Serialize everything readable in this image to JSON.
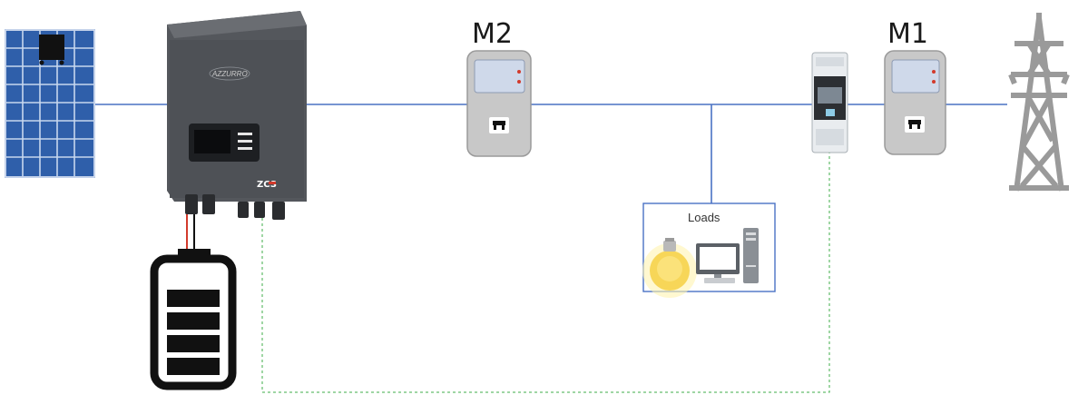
{
  "meters": [
    {
      "id": "m2",
      "label": "M2"
    },
    {
      "id": "m1",
      "label": "M1"
    }
  ],
  "loads": {
    "label": "Loads"
  },
  "inverter": {
    "brand_text": "AZZURRO",
    "logo_text": "ZCS"
  },
  "icons": {
    "solar_panel": "solar-panel-icon",
    "inverter": "inverter-icon",
    "battery": "battery-icon",
    "meter": "energy-meter-icon",
    "din_meter": "din-rail-meter-icon",
    "grid": "power-pylon-icon",
    "bulb": "light-bulb-icon",
    "computer": "computer-icon"
  },
  "colors": {
    "power_line": "#4a72c4",
    "comm_line": "#3fae49",
    "panel_blue": "#2f5faa",
    "inverter_body": "#54575c",
    "meter_body": "#c8c8c8",
    "battery": "#111111",
    "pylon": "#9a9a9a"
  }
}
